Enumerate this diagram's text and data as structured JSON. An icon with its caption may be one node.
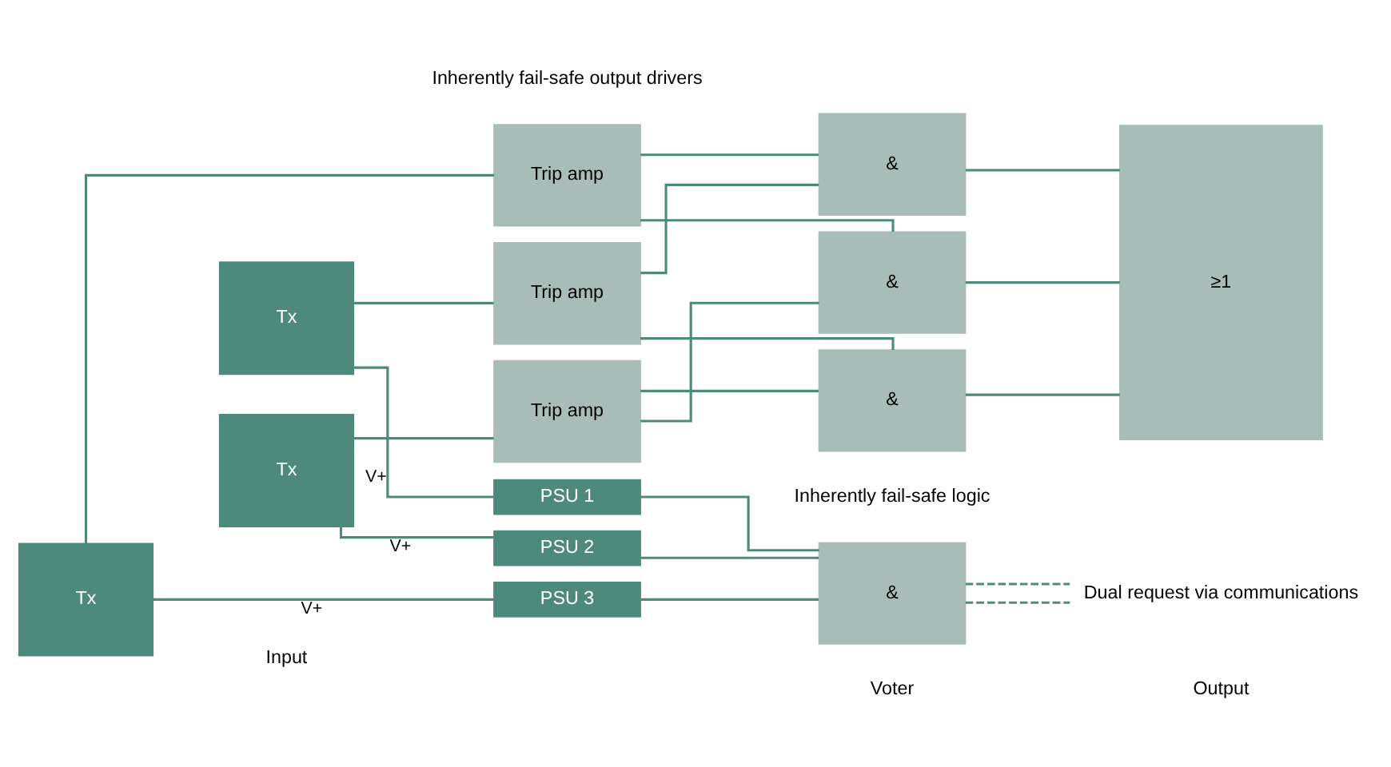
{
  "diagram": {
    "nodes": [
      {
        "text": [
          "Tx"
        ]
      },
      {
        "text": [
          "Tx"
        ]
      },
      {
        "text": [
          "Tx"
        ]
      },
      {
        "text": [
          "PSU 1"
        ]
      },
      {
        "text": [
          "PSU 2"
        ]
      },
      {
        "text": [
          "PSU 3"
        ]
      },
      {
        "text": [
          "Trip amp"
        ]
      },
      {
        "text": [
          "Trip amp"
        ]
      },
      {
        "text": [
          "Trip amp"
        ]
      },
      {
        "text": [
          "&"
        ]
      },
      {
        "text": [
          "&"
        ]
      },
      {
        "text": [
          "&"
        ]
      },
      {
        "text": [
          "&"
        ]
      },
      {
        "text": [
          "≥1"
        ]
      },
      {
        "text": [
          "Dual request via communications"
        ]
      }
    ],
    "edges": [
      {
        "from": 0,
        "to": 3,
        "arrow": "none",
        "label": "V+"
      },
      {
        "from": 1,
        "to": 4,
        "arrow": "none",
        "label": "V+"
      },
      {
        "from": 2,
        "to": 5,
        "arrow": "none",
        "label": "V+"
      },
      {
        "from": 0,
        "to": 6,
        "arrow": "none"
      },
      {
        "from": 1,
        "to": 7,
        "arrow": "none"
      },
      {
        "from": 2,
        "to": 8,
        "arrow": "none"
      },
      {
        "from": 3,
        "to": 9,
        "arrow": "none"
      },
      {
        "from": 4,
        "to": 9,
        "arrow": "none"
      },
      {
        "from": 5,
        "to": 9,
        "arrow": "none"
      },
      {
        "from": 6,
        "to": 10,
        "arrow": "none"
      },
      {
        "from": 6,
        "to": 11,
        "arrow": "none"
      },
      {
        "from": 7,
        "to": 11,
        "arrow": "none"
      },
      {
        "from": 7,
        "to": 12,
        "arrow": "none"
      },
      {
        "from": 8,
        "to": 12,
        "arrow": "none"
      },
      {
        "from": 8,
        "to": 10,
        "arrow": "none"
      },
      {
        "from": 10,
        "to": 13,
        "arrow": "none"
      },
      {
        "from": 11,
        "to": 13,
        "arrow": "none"
      },
      {
        "from": 12,
        "to": 13,
        "arrow": "none"
      },
      {
        "from": 9,
        "to": 14,
        "arrow": "none",
        "style": "dashed"
      },
      {
        "from": 9,
        "to": 14,
        "arrow": "none",
        "style": "dashed"
      }
    ],
    "labels": [
      "Inherently fail-safe output drivers",
      "Inherently fail-safe logic",
      "Input",
      "Voter",
      "Output"
    ]
  }
}
